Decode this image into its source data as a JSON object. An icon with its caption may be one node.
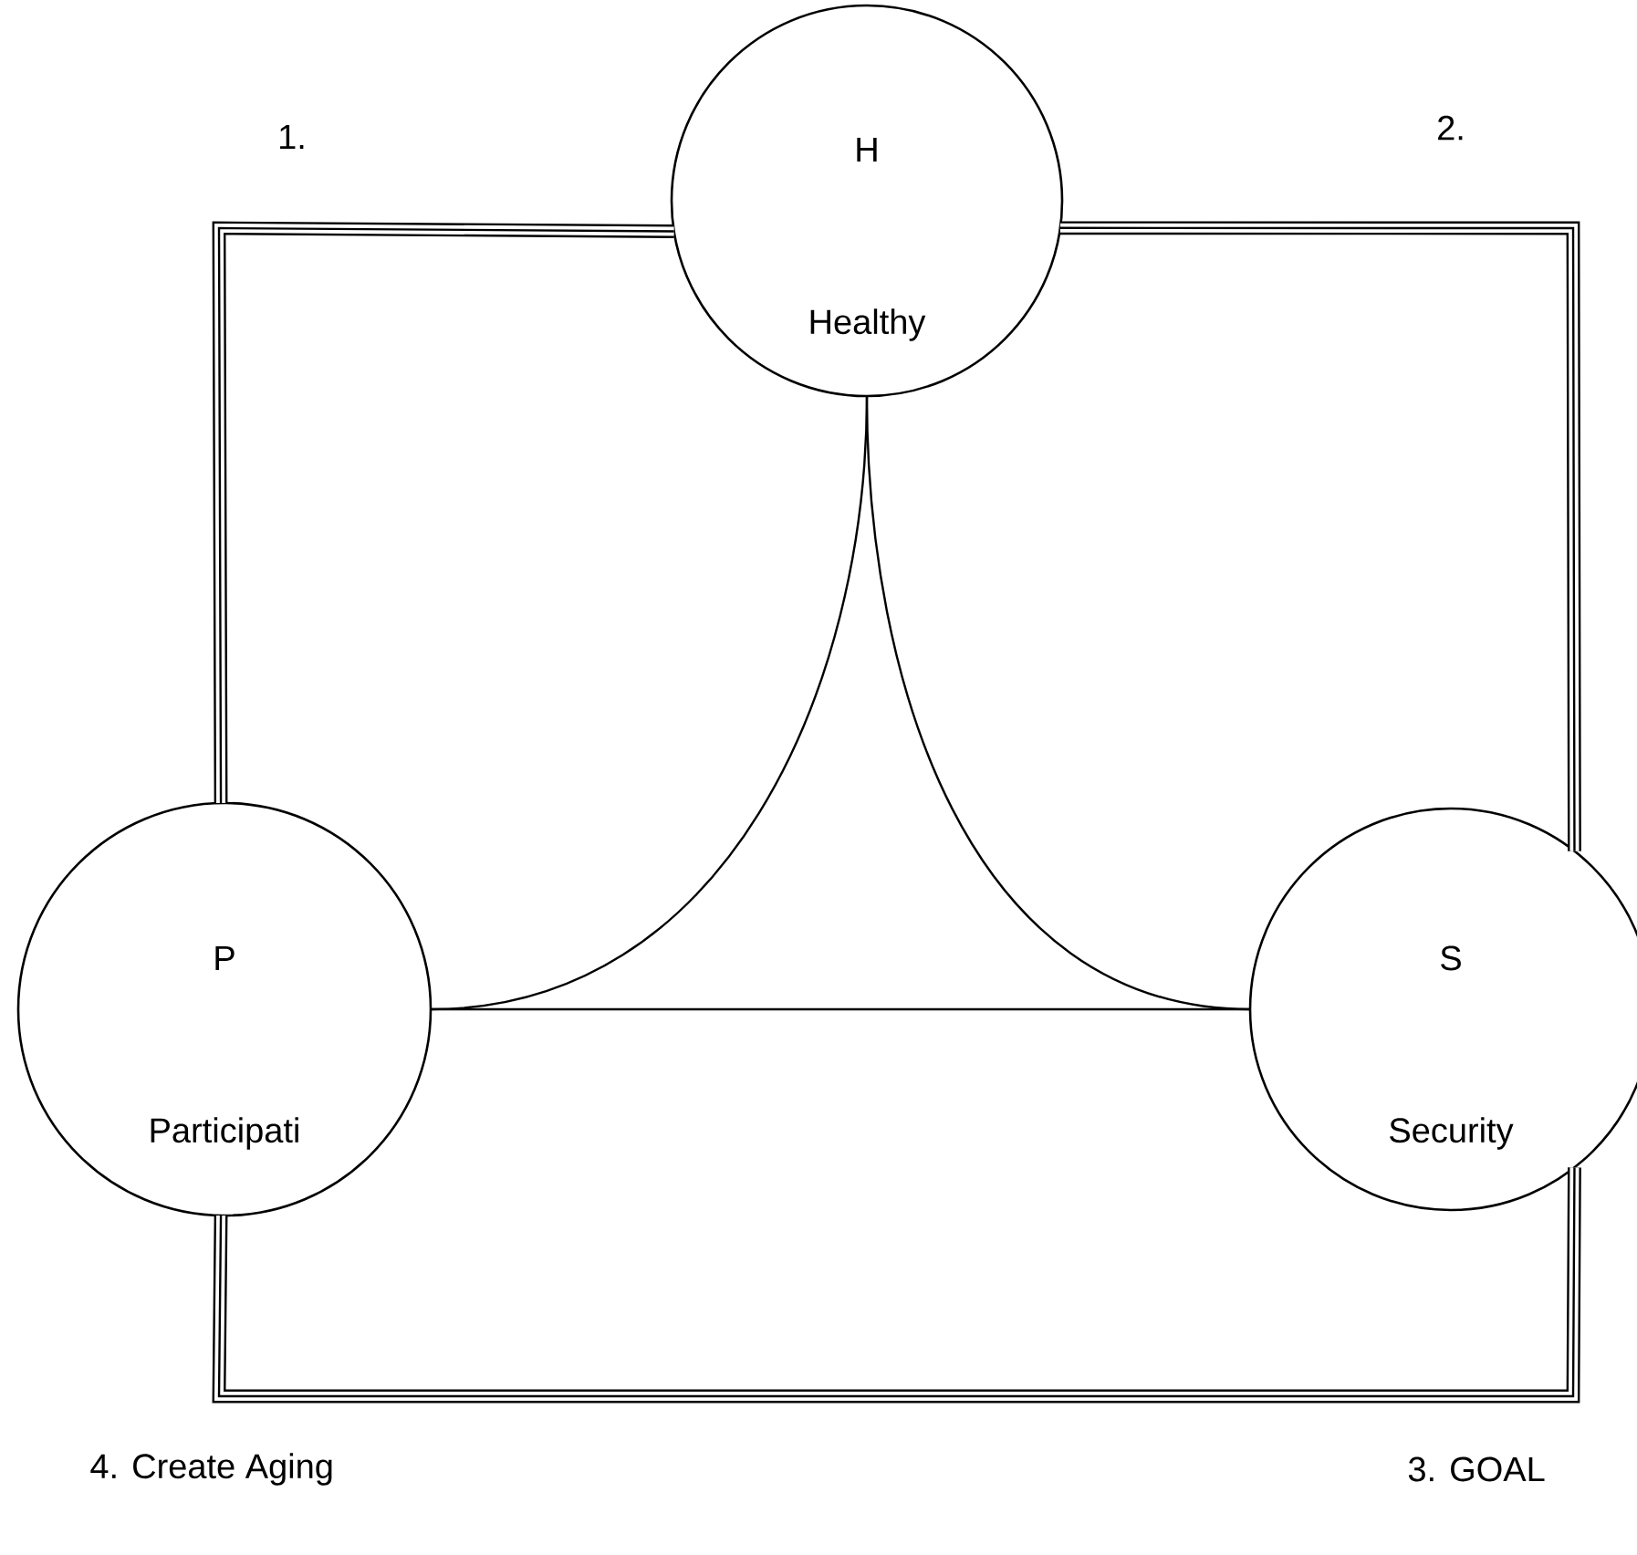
{
  "diagram": {
    "nodes": [
      {
        "text": [
          "H",
          "Healthy"
        ]
      },
      {
        "text": [
          "P",
          "Participati"
        ]
      },
      {
        "text": [
          "S",
          "Security"
        ]
      }
    ],
    "edges": [
      {
        "from": 0,
        "to": 1,
        "arrow": "none",
        "style": "thick"
      },
      {
        "from": 0,
        "to": 2,
        "arrow": "none",
        "style": "thick"
      },
      {
        "from": 1,
        "to": 2,
        "arrow": "none",
        "style": "thick"
      },
      {
        "from": 0,
        "to": 1,
        "arrow": "none"
      },
      {
        "from": 0,
        "to": 2,
        "arrow": "none"
      },
      {
        "from": 1,
        "to": 2,
        "arrow": "none"
      }
    ],
    "labels": [
      "1.",
      "2.",
      "4. Create Aging",
      "3. GOAL"
    ]
  }
}
